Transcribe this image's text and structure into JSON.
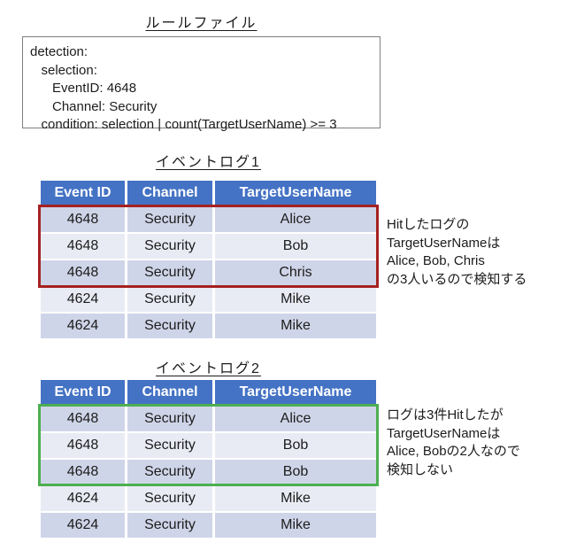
{
  "rule_file": {
    "title": "ルールファイル",
    "code": "detection:\n   selection:\n      EventID: 4648\n      Channel: Security\n   condition: selection | count(TargetUserName) >= 3"
  },
  "event_log_1": {
    "title": "イベントログ1",
    "headers": [
      "Event ID",
      "Channel",
      "TargetUserName"
    ],
    "rows": [
      [
        "4648",
        "Security",
        "Alice"
      ],
      [
        "4648",
        "Security",
        "Bob"
      ],
      [
        "4648",
        "Security",
        "Chris"
      ],
      [
        "4624",
        "Security",
        "Mike"
      ],
      [
        "4624",
        "Security",
        "Mike"
      ]
    ],
    "highlighted_rows": [
      0,
      1,
      2
    ],
    "highlight_color": "#A52121",
    "annotation": [
      "Hitしたログの",
      "TargetUserNameは",
      "Alice, Bob, Chris",
      "の3人いるので検知する"
    ]
  },
  "event_log_2": {
    "title": "イベントログ2",
    "headers": [
      "Event ID",
      "Channel",
      "TargetUserName"
    ],
    "rows": [
      [
        "4648",
        "Security",
        "Alice"
      ],
      [
        "4648",
        "Security",
        "Bob"
      ],
      [
        "4648",
        "Security",
        "Bob"
      ],
      [
        "4624",
        "Security",
        "Mike"
      ],
      [
        "4624",
        "Security",
        "Mike"
      ]
    ],
    "highlighted_rows": [
      0,
      1,
      2
    ],
    "highlight_color": "#4CAF50",
    "annotation": [
      "ログは3件Hitしたが",
      "TargetUserNameは",
      "Alice, Bobの2人なので",
      "検知しない"
    ]
  },
  "colors": {
    "table_header_bg": "#4472C4",
    "table_header_text": "#ffffff",
    "row_band_dark": "#CFD5E8",
    "row_band_light": "#E9EBF4",
    "hit_box_red": "#A52121",
    "hit_box_green": "#4CAF50",
    "rule_box_border": "#7f7f7f"
  }
}
